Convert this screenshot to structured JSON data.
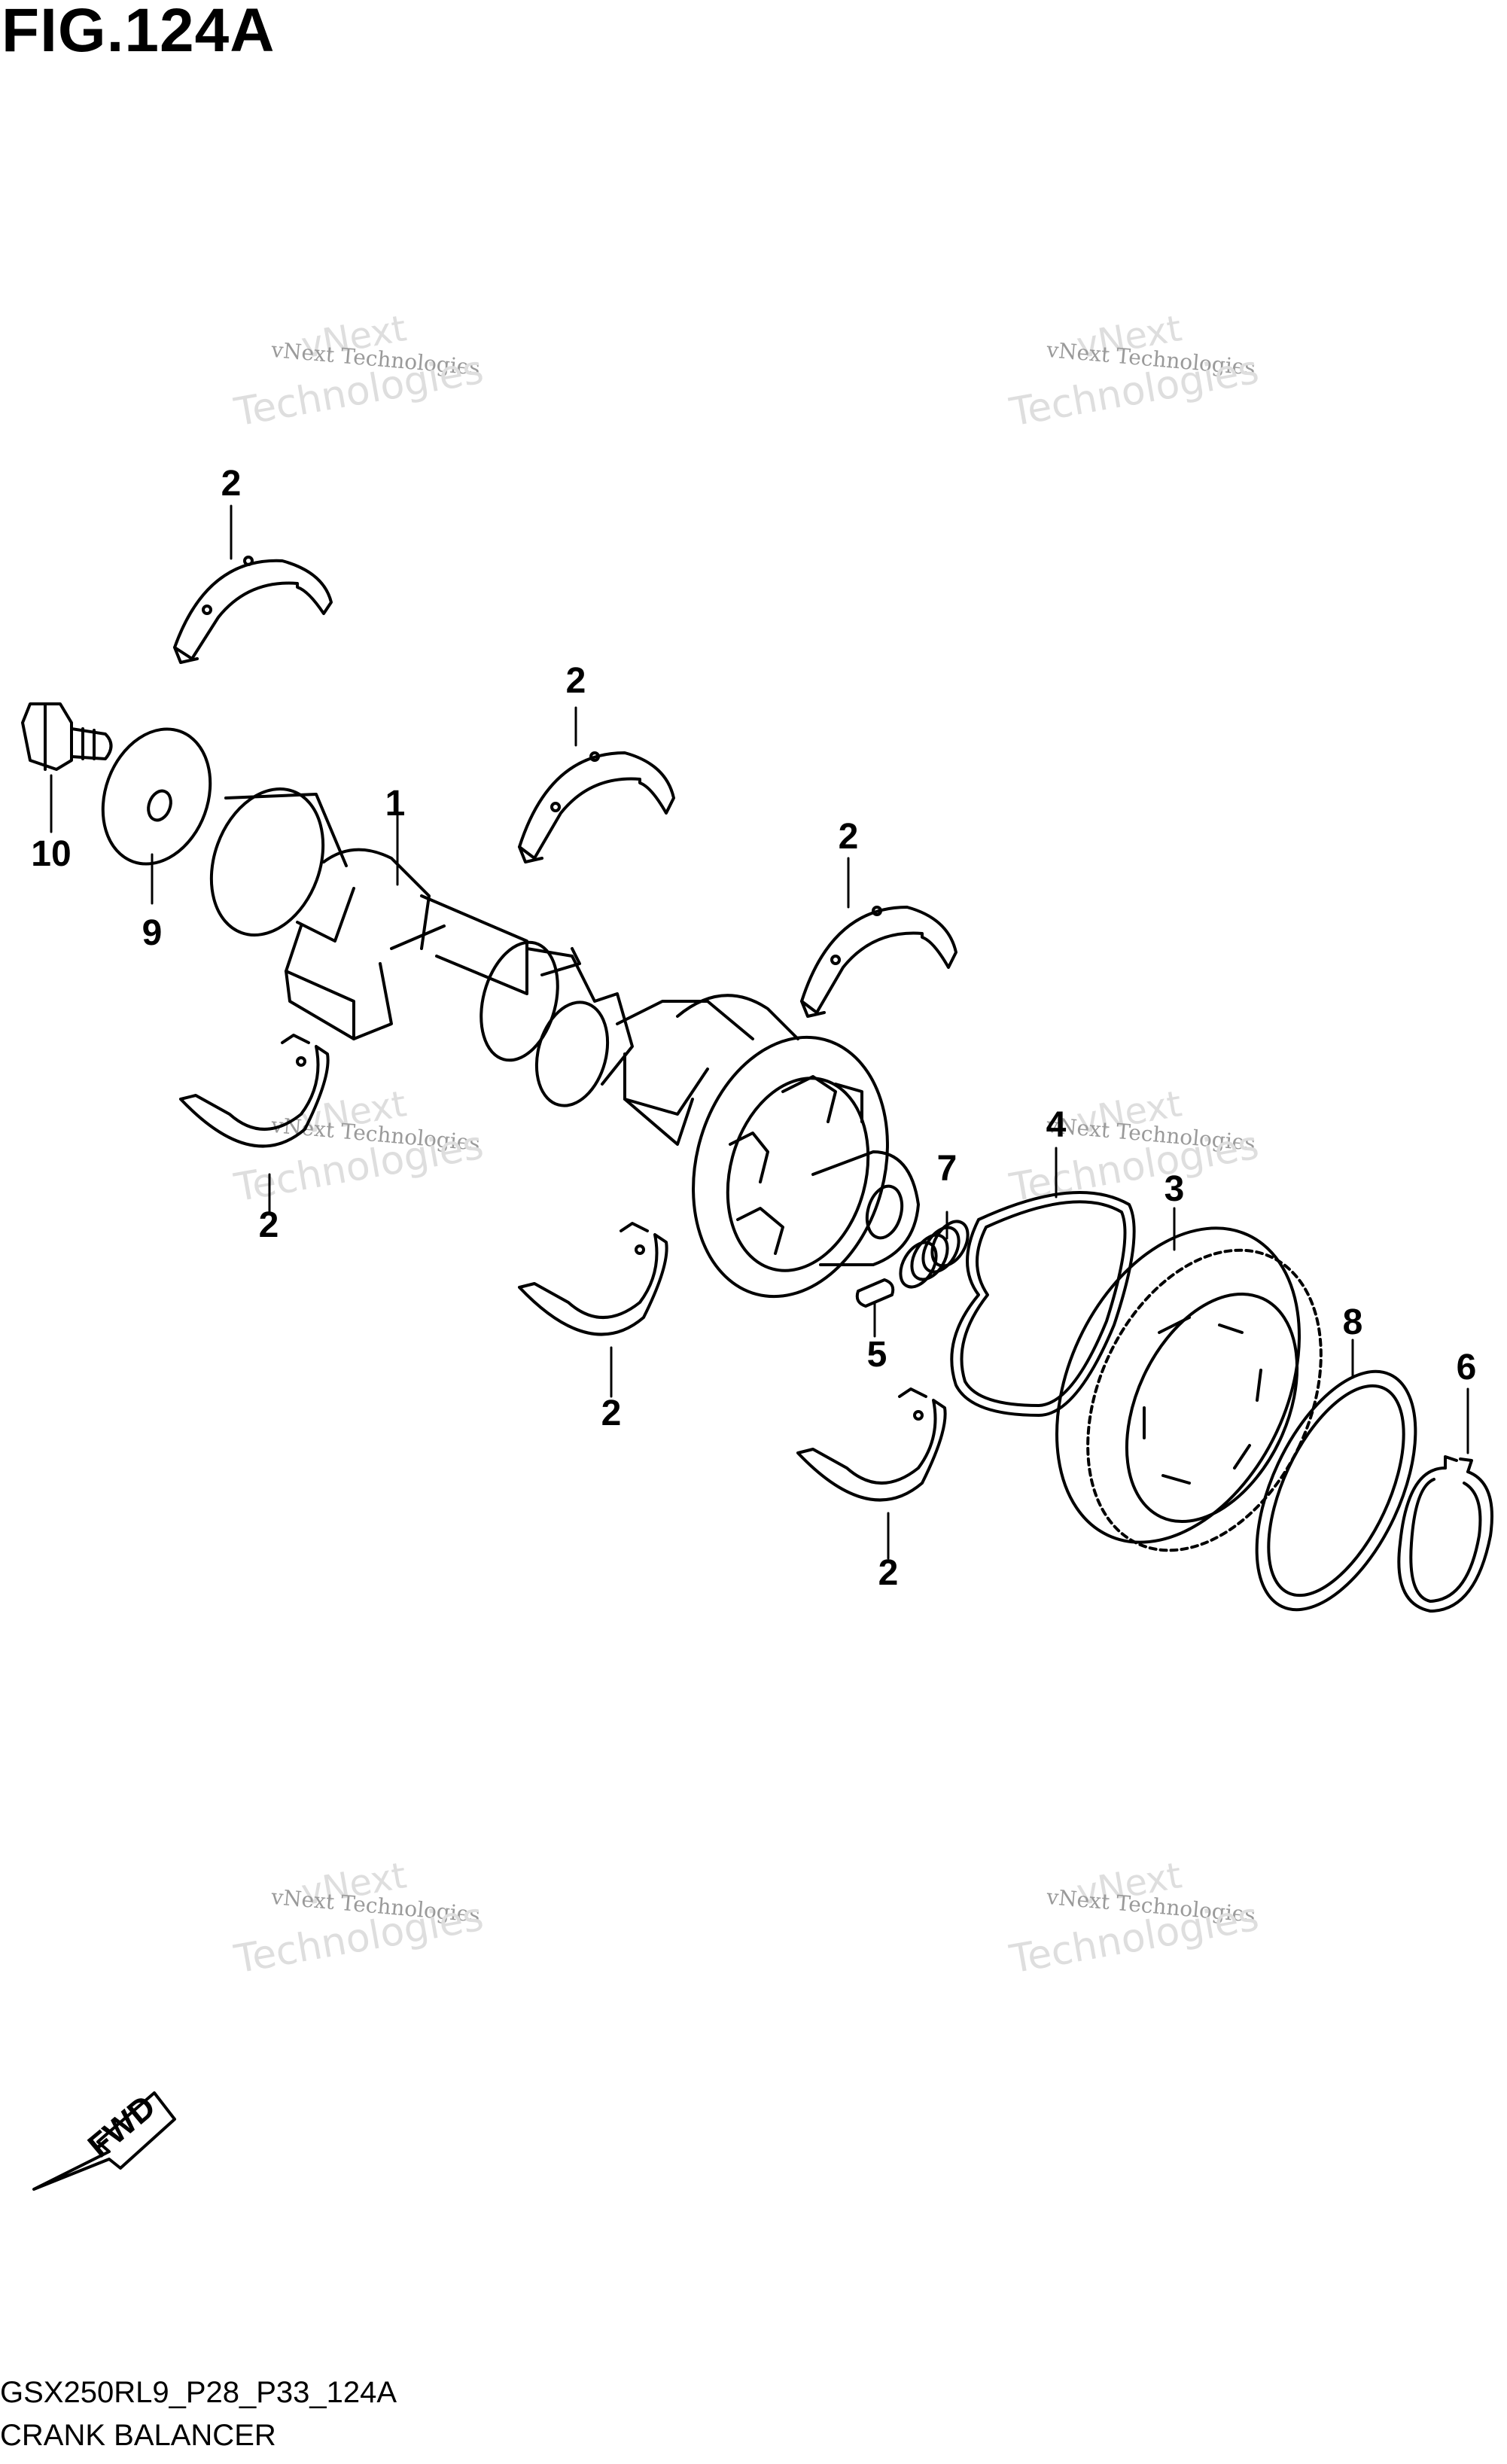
{
  "figure_title": "FIG.124A",
  "model_code": "GSX250RL9_P28_P33_124A",
  "diagram_name": "CRANK BALANCER",
  "fwd_label": "FWD",
  "watermark": {
    "small": "vNext Technologies",
    "big_top": "vNext",
    "big_bottom": "Technologies"
  },
  "callouts": [
    "1",
    "2",
    "2",
    "2",
    "2",
    "2",
    "2",
    "2",
    "3",
    "4",
    "5",
    "6",
    "7",
    "8",
    "9",
    "10"
  ],
  "colors": {
    "ink": "#000000",
    "background": "#ffffff",
    "watermark": "#d0d0d0"
  }
}
